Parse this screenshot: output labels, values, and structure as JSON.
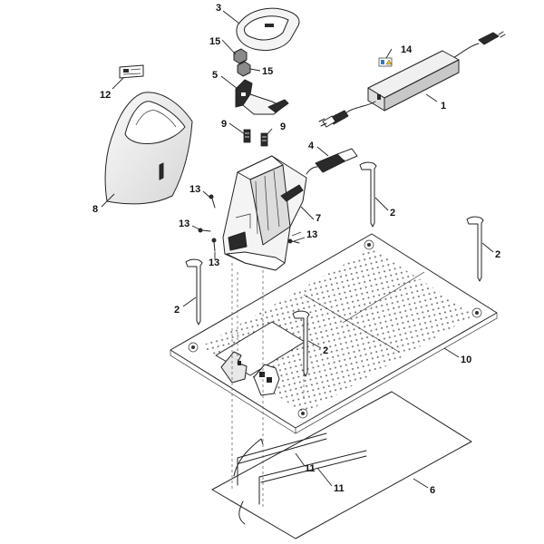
{
  "diagram": {
    "labels": {
      "p1": "1",
      "p2a": "2",
      "p2b": "2",
      "p2c": "2",
      "p2d": "2",
      "p3": "3",
      "p4": "4",
      "p5": "5",
      "p6": "6",
      "p7": "7",
      "p8": "8",
      "p9a": "9",
      "p9b": "9",
      "p10": "10",
      "p11a": "11",
      "p11b": "11",
      "p12": "12",
      "p13a": "13",
      "p13b": "13",
      "p13c": "13",
      "p13d": "13",
      "p14": "14",
      "p15a": "15",
      "p15b": "15"
    },
    "colors": {
      "line": "#222222",
      "part_fill": "#f4f4f4",
      "dark_fill": "#2a2a2a",
      "mid_fill": "#8a8a8a",
      "plate_dot": "#7a7a7a",
      "label_badge_blue": "#3a78c2",
      "label_badge_yellow": "#f0c030"
    }
  }
}
